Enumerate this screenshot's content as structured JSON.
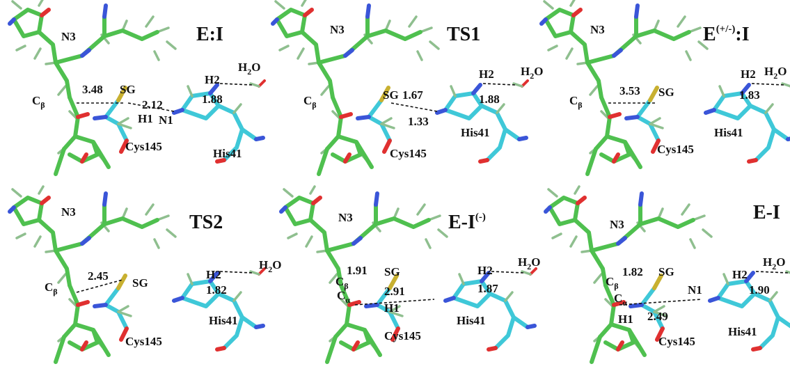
{
  "colors": {
    "carbon_green": "#4fc04f",
    "carbon_cyan": "#3fc8d8",
    "nitrogen": "#3a55d8",
    "oxygen": "#e03030",
    "sulfur": "#c8b030",
    "hydrogen": "#b9c9b9"
  },
  "panels": [
    {
      "title": "E:I",
      "title_sup": "",
      "labels": {
        "n3": "N3",
        "cb": "C",
        "cb_sub": "β",
        "ca": "",
        "ca_sub": "",
        "sg": "SG",
        "h1": "H1",
        "n1": "N1",
        "h2": "H2",
        "h2o": "H",
        "h2o_sub": "2",
        "h2o_o": "O",
        "his": "His41",
        "cys": "Cys145"
      },
      "distances": {
        "cb_sg": "3.48",
        "sg_n": "2.12",
        "h2_w": "1.88",
        "ca_h": ""
      }
    },
    {
      "title": "TS1",
      "title_sup": "",
      "labels": {
        "n3": "N3",
        "cb": "C",
        "cb_sub": "β",
        "ca": "",
        "ca_sub": "",
        "sg": "SG",
        "h1": "",
        "n1": "",
        "h2": "H2",
        "h2o": "H",
        "h2o_sub": "2",
        "h2o_o": "O",
        "his": "His41",
        "cys": "Cys145"
      },
      "distances": {
        "cb_sg": "1.67",
        "sg_n": "1.33",
        "h2_w": "1.88",
        "ca_h": ""
      }
    },
    {
      "title": "E",
      "title_sup": "(+/-)",
      "title_tail": ":I",
      "labels": {
        "n3": "N3",
        "cb": "C",
        "cb_sub": "β",
        "ca": "",
        "ca_sub": "",
        "sg": "SG",
        "h1": "",
        "n1": "",
        "h2": "H2",
        "h2o": "H",
        "h2o_sub": "2",
        "h2o_o": "O",
        "his": "His41",
        "cys": "Cys145"
      },
      "distances": {
        "cb_sg": "3.53",
        "sg_n": "",
        "h2_w": "1.83",
        "ca_h": ""
      }
    },
    {
      "title": "TS2",
      "title_sup": "",
      "labels": {
        "n3": "N3",
        "cb": "C",
        "cb_sub": "β",
        "ca": "",
        "ca_sub": "",
        "sg": "SG",
        "h1": "",
        "n1": "",
        "h2": "H2",
        "h2o": "H",
        "h2o_sub": "2",
        "h2o_o": "O",
        "his": "His41",
        "cys": "Cys145"
      },
      "distances": {
        "cb_sg": "2.45",
        "sg_n": "",
        "h2_w": "1.82",
        "ca_h": ""
      }
    },
    {
      "title": "E-I",
      "title_sup": "(-)",
      "labels": {
        "n3": "N3",
        "cb": "C",
        "cb_sub": "β",
        "ca": "C",
        "ca_sub": "α",
        "sg": "SG",
        "h1": "H1",
        "n1": "",
        "h2": "H2",
        "h2o": "H",
        "h2o_sub": "2",
        "h2o_o": "O",
        "his": "His41",
        "cys": "Cys145"
      },
      "distances": {
        "cb_sg": "1.91",
        "sg_n": "",
        "h2_w": "1.87",
        "ca_h": "2.91"
      }
    },
    {
      "title": "E-I",
      "title_sup": "",
      "labels": {
        "n3": "N3",
        "cb": "C",
        "cb_sub": "β",
        "ca": "C",
        "ca_sub": "α",
        "sg": "SG",
        "h1": "H1",
        "n1": "N1",
        "h2": "H2",
        "h2o": "H",
        "h2o_sub": "2",
        "h2o_o": "O",
        "his": "His41",
        "cys": "Cys145"
      },
      "distances": {
        "cb_sg": "1.82",
        "sg_n": "",
        "h2_w": "1.90",
        "ca_h": "2.49"
      }
    }
  ]
}
